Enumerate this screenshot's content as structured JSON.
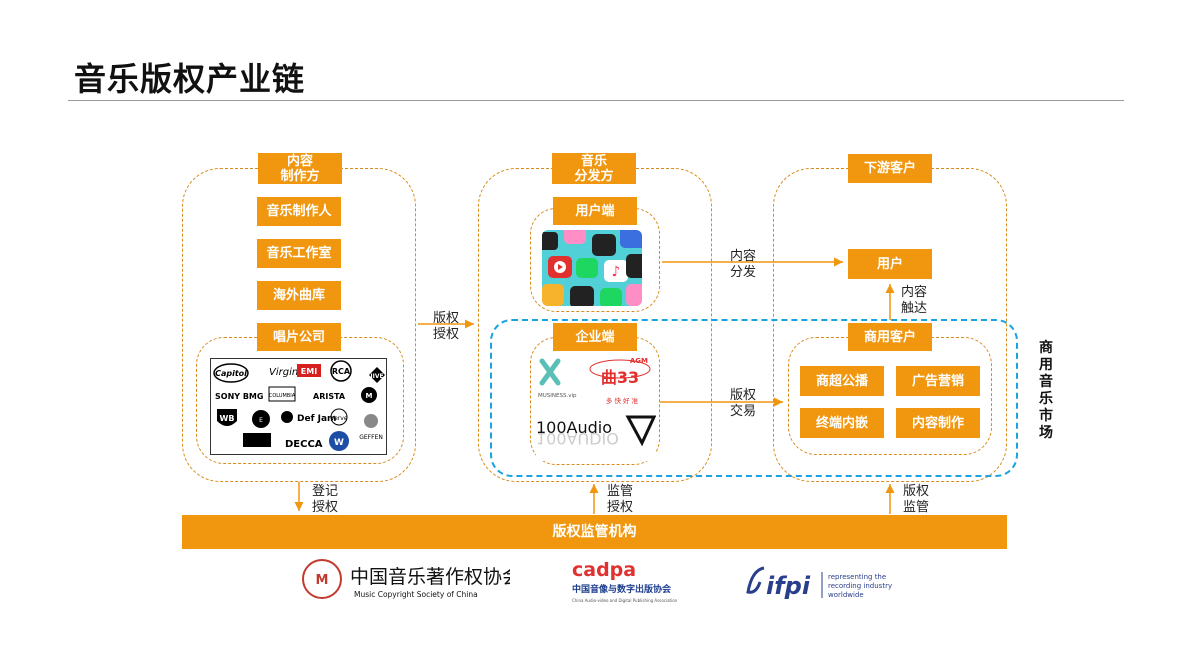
{
  "title": "音乐版权产业链",
  "columns": {
    "producer": {
      "header_line1": "内容",
      "header_line2": "制作方",
      "items": [
        "音乐制作人",
        "音乐工作室",
        "海外曲库",
        "唱片公司"
      ],
      "label_logos": [
        "Capitol",
        "Virgin",
        "EMI",
        "RCA",
        "JIVE",
        "SONY BMG",
        "COLUMBIA",
        "ARISTA",
        "MOTOWN",
        "WB",
        "ELEKTRA",
        "Def Jam",
        "VERVE",
        "DECCA",
        "GEFFEN",
        "WARNER"
      ]
    },
    "distribution": {
      "header_line1": "音乐",
      "header_line2": "分发方",
      "user_side": "用户端",
      "enterprise_side": "企业端",
      "enterprise_logos": {
        "musiness": "MUSINESS.vip",
        "agm": "AGM",
        "agm_slogan": "多 快 好 准",
        "audio100": "100Audio"
      }
    },
    "downstream": {
      "header": "下游客户",
      "user": "用户",
      "commercial": "商用客户",
      "commercial_items": [
        "商超公播",
        "广告营销",
        "终端内嵌",
        "内容制作"
      ]
    }
  },
  "arrows": {
    "license_1": "版权",
    "license_2": "授权",
    "content_1": "内容",
    "content_2": "分发",
    "touch_1": "内容",
    "touch_2": "触达",
    "trade_1": "版权",
    "trade_2": "交易",
    "register_1": "登记",
    "register_2": "授权",
    "supervise_1": "监管",
    "supervise_2": "授权",
    "copyright_1": "版权",
    "copyright_2": "监管"
  },
  "market_label": [
    "商",
    "用",
    "音",
    "乐",
    "市",
    "场"
  ],
  "regulator": "版权监管机构",
  "org_logos": {
    "mcsc_cn": "中国音乐著作权协会",
    "mcsc_en": "Music Copyright Society of China",
    "cadpa": "cadpa",
    "cadpa_cn": "中国音像与数字出版协会",
    "cadpa_en": "China Audio-video and Digital Publishing Association",
    "ifpi": "ifpi",
    "ifpi_tag1": "representing the",
    "ifpi_tag2": "recording industry",
    "ifpi_tag3": "worldwide"
  },
  "colors": {
    "orange": "#f0960f",
    "dash_orange": "#d98b1d",
    "blue": "#1aa3e0",
    "red": "#e0312f"
  }
}
